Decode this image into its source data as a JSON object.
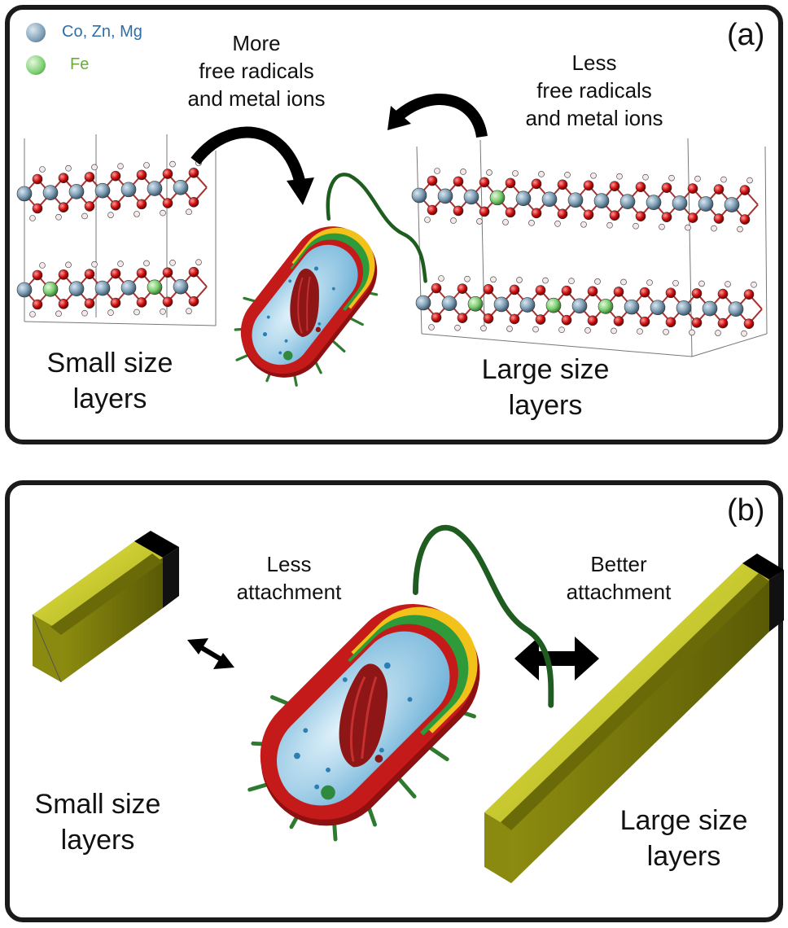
{
  "legend": {
    "items": [
      {
        "label": "Co, Zn, Mg",
        "color": "#2e6ea8",
        "sphere": "#7f9fb6"
      },
      {
        "label": "Fe",
        "color": "#6aaa3a",
        "sphere": "#7ccf70"
      }
    ]
  },
  "panel_a": {
    "tag": "(a)",
    "more_line1": "More",
    "more_line2": "free radicals",
    "more_line3": "and metal ions",
    "less_line1": "Less",
    "less_line2": "free radicals",
    "less_line3": "and metal ions",
    "small_line1": "Small size",
    "small_line2": "layers",
    "large_line1": "Large size",
    "large_line2": "layers"
  },
  "panel_b": {
    "tag": "(b)",
    "less_line1": "Less",
    "less_line2": "attachment",
    "better_line1": "Better",
    "better_line2": "attachment",
    "small_line1": "Small size",
    "small_line2": "layers",
    "large_line1": "Large size",
    "large_line2": "layers"
  },
  "colors": {
    "oxygen": "#d01010",
    "hydrogen": "#f4e8e8",
    "metal": "#7f9fb6",
    "iron": "#7ccf70",
    "cell_wall": "#c41a1a",
    "cytoplasm": "#a9d4ee",
    "layer_yellow": "#b8b81e"
  }
}
